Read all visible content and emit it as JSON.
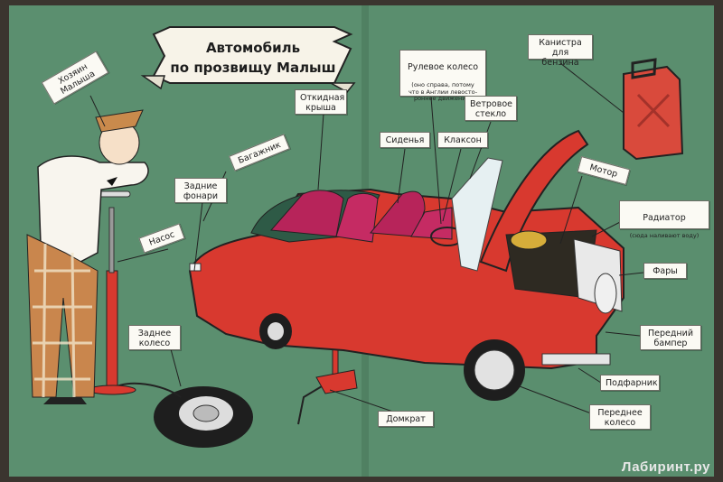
{
  "title": {
    "line1": "Автомобиль",
    "line2": "по прозвищу Малыш"
  },
  "labels": {
    "owner": "Хозяин\nМалыша",
    "trunk": "Багажник",
    "folding_roof": "Откидная\nкрыша",
    "rear_lights": "Задние\nфонари",
    "pump": "Насос",
    "rear_wheel": "Заднее\nколесо",
    "jack": "Домкрат",
    "seats": "Сиденья",
    "horn": "Клаксон",
    "steering_wheel": "Рулевое колесо",
    "steering_note": "(оно справа, потому\nчто в Англии левостo-\nроннее движение)",
    "windshield": "Ветровое\nстекло",
    "fuel_canister": "Канистра\nдля бензина",
    "motor": "Мотор",
    "radiator": "Радиатор",
    "radiator_note": "(сюда наливают воду)",
    "headlights": "Фары",
    "front_bumper": "Передний\nбампер",
    "fender": "Подфарник",
    "front_wheel": "Переднее\nколесо"
  },
  "watermark": "Лабиринт.ру",
  "colors": {
    "page_green": "#5b8f6f",
    "car_red": "#d8392f",
    "label_bg": "#fbfaf4",
    "canister_red": "#d94a3c"
  }
}
